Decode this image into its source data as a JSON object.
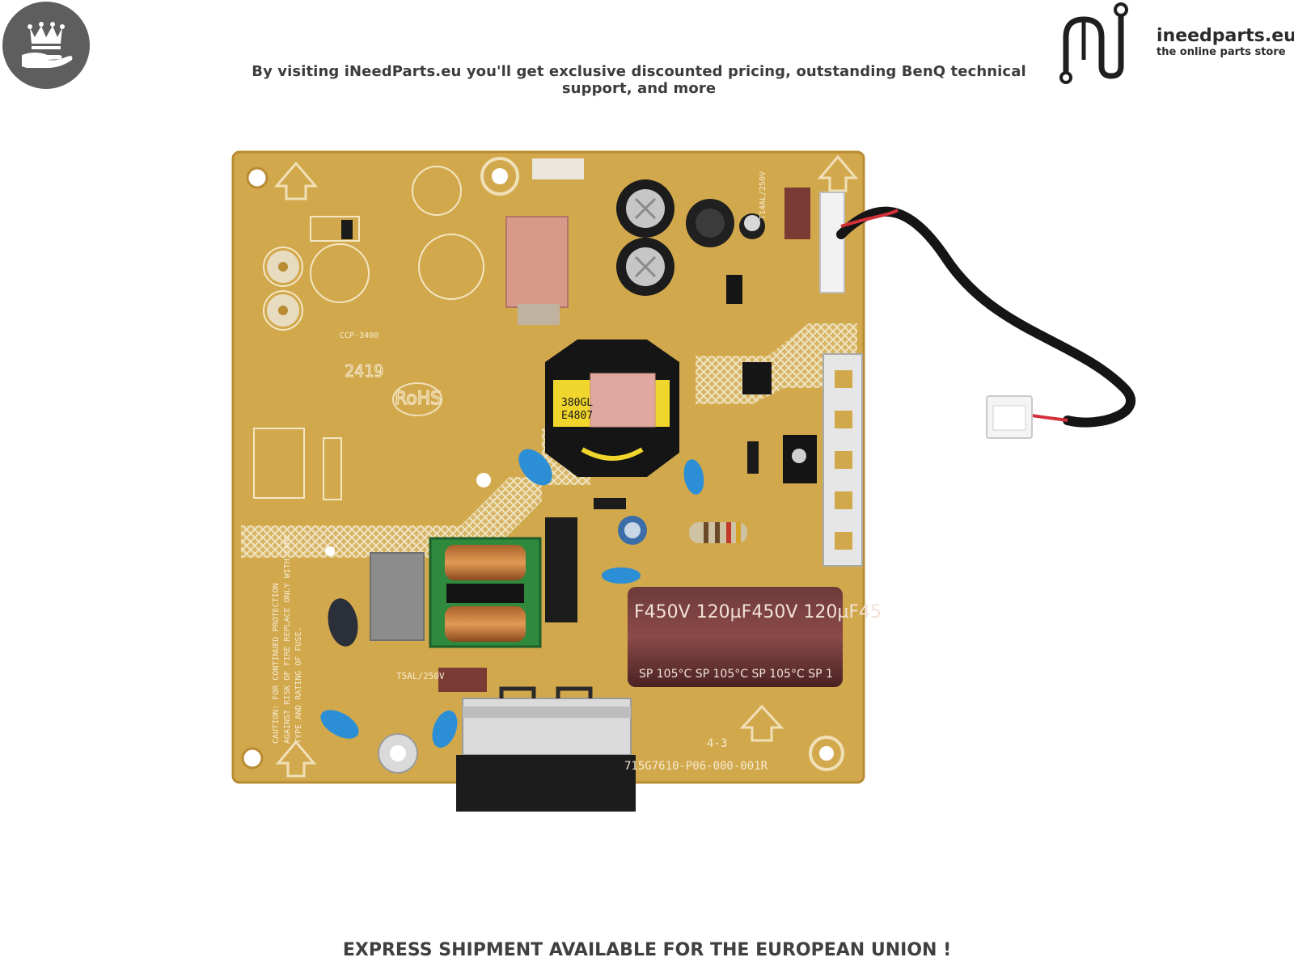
{
  "header": {
    "tagline": "By visiting iNeedParts.eu you'll get exclusive discounted pricing, outstanding BenQ technical support, and more"
  },
  "brand": {
    "name": "ineedparts.eu",
    "subtitle": "the online parts store"
  },
  "board": {
    "capacitor_top": "F450V 120µF450V 120µF45",
    "capacitor_bottom": "SP 105°C  SP 105°C  SP 105°C  SP 1",
    "transformer_code_1": "380GL",
    "transformer_code_2": "E4807",
    "rohs_mark": "RoHS",
    "fuse_label": "T14AL/250V",
    "fuse_label_2": "T5AL/250V",
    "part_number": "715G7610-P06-000-001R",
    "revision": "4-3",
    "caution_text_1": "CAUTION: FOR CONTINUED PROTECTION",
    "caution_text_2": "AGAINST RISK OF FIRE REPLACE ONLY WITH SAME",
    "caution_text_3": "TYPE AND RATING OF FUSE.",
    "cert_text": "CCP-3400",
    "date_code": "2419"
  },
  "footer": {
    "shipping_text": "EXPRESS SHIPMENT AVAILABLE FOR THE EUROPEAN UNION !"
  },
  "colors": {
    "pcb": "#d2a84c",
    "pcb_dark": "#b98c33",
    "badge": "#5e5e5e",
    "text": "#3c3c3c"
  }
}
